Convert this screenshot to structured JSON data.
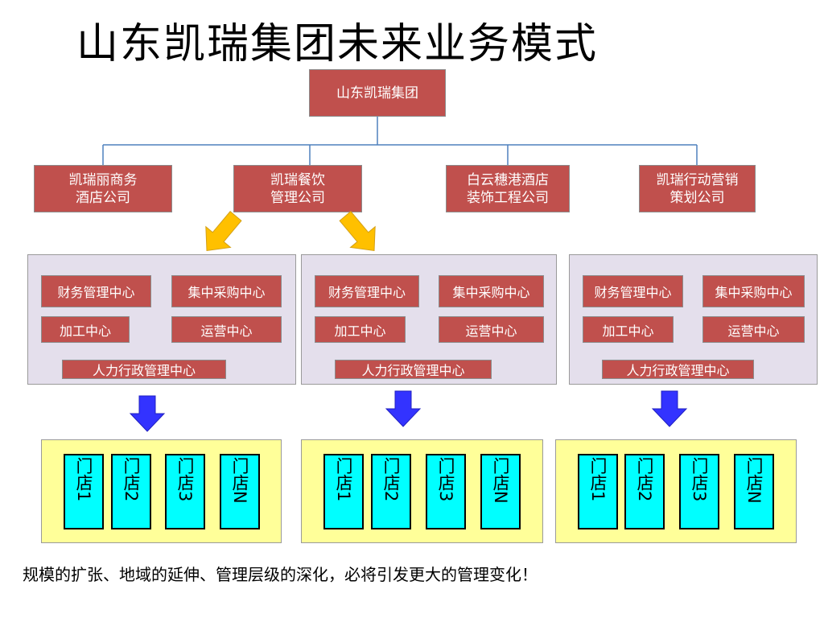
{
  "title": "山东凯瑞集团未来业务模式",
  "root": "山东凯瑞集团",
  "companies": [
    "凯瑞丽商务\n酒店公司",
    "凯瑞餐饮\n管理公司",
    "白云穗港酒店\n装饰工程公司",
    "凯瑞行动营销\n策划公司"
  ],
  "centers": {
    "finance": "财务管理中心",
    "purchasing": "集中采购中心",
    "processing": "加工中心",
    "operations": "运营中心",
    "hr_admin": "人力行政管理中心"
  },
  "stores": [
    "门店1",
    "门店2",
    "门店3",
    "门店N"
  ],
  "footer": "规模的扩张、地域的延伸、管理层级的深化，必将引发更大的管理变化！",
  "colors": {
    "red_box": "#c0504d",
    "panel": "#e4dfec",
    "store_panel": "#ffff99",
    "store": "#00ffff",
    "yellow_arrow": "#ffc000",
    "blue_arrow": "#3333ff",
    "connector": "#4f81bd"
  }
}
